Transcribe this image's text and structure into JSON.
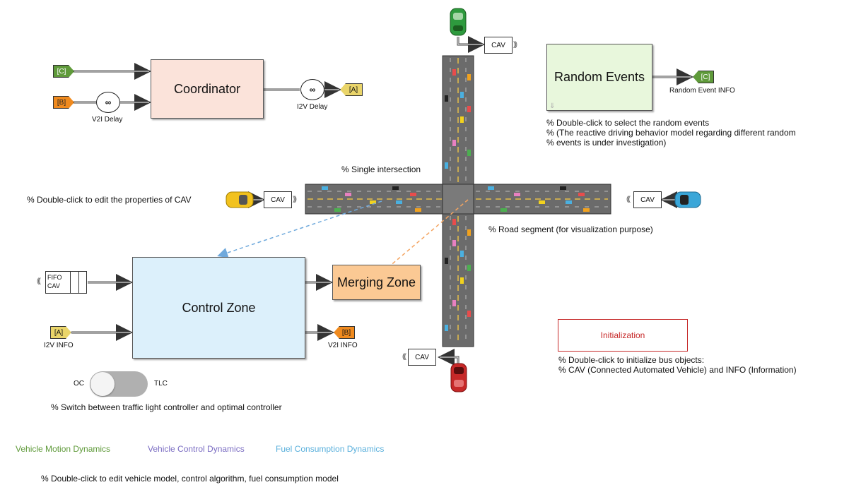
{
  "coordinator": {
    "label": "Coordinator"
  },
  "tags": {
    "c_in": "[C]",
    "b_in": "[B]",
    "a_out": "[A]",
    "c_out": "[C]",
    "a_in": "[A]",
    "b_out": "[B]"
  },
  "delays": {
    "symbol": "∞",
    "v2i_label": "V2I Delay",
    "i2v_label": "I2V Delay"
  },
  "random_events": {
    "label": "Random Events",
    "out_label": "Random Event INFO",
    "notes": [
      "% Double-click to select the random events",
      "% (The reactive driving behavior model regarding different random",
      "% events is under investigation)"
    ]
  },
  "intersection": {
    "note": "% Single intersection",
    "road_note": "% Road segment (for visualization purpose)",
    "cav_note": "% Double-click to edit the properties of CAV"
  },
  "cav_label": "CAV",
  "control_zone": {
    "label": "Control Zone",
    "fifo_line1": "FIFO",
    "fifo_line2": "CAV",
    "i2v_info": "I2V INFO",
    "v2i_info": "V2I INFO"
  },
  "merging_zone": {
    "label": "Merging Zone"
  },
  "initialization": {
    "label": "Initialization",
    "notes": [
      "% Double-click to initialize bus objects:",
      "% CAV (Connected Automated Vehicle) and INFO (Information)"
    ]
  },
  "switch": {
    "left": "OC",
    "right": "TLC",
    "note": "% Switch between traffic light controller and optimal controller"
  },
  "subsystems": [
    {
      "label": "Vehicle Motion Dynamics",
      "color": "#5f9a3a"
    },
    {
      "label": "Vehicle Control Dynamics",
      "color": "#7a6cc2"
    },
    {
      "label": "Fuel Consumption Dynamics",
      "color": "#5ab0dc"
    }
  ],
  "bottom_note": "% Double-click to edit vehicle model, control algorithm, fuel consumption model",
  "colors": {
    "coordinator_fill": "#fbe3da",
    "random_events_fill": "#e8f7dc",
    "control_zone_fill": "#dcf0fb",
    "merging_zone_fill": "#fbc994",
    "tag_green": "#5f9a3a",
    "tag_orange": "#f08a1e",
    "tag_yellow": "#ead56a",
    "road": "#666666",
    "init_red": "#c62828"
  }
}
